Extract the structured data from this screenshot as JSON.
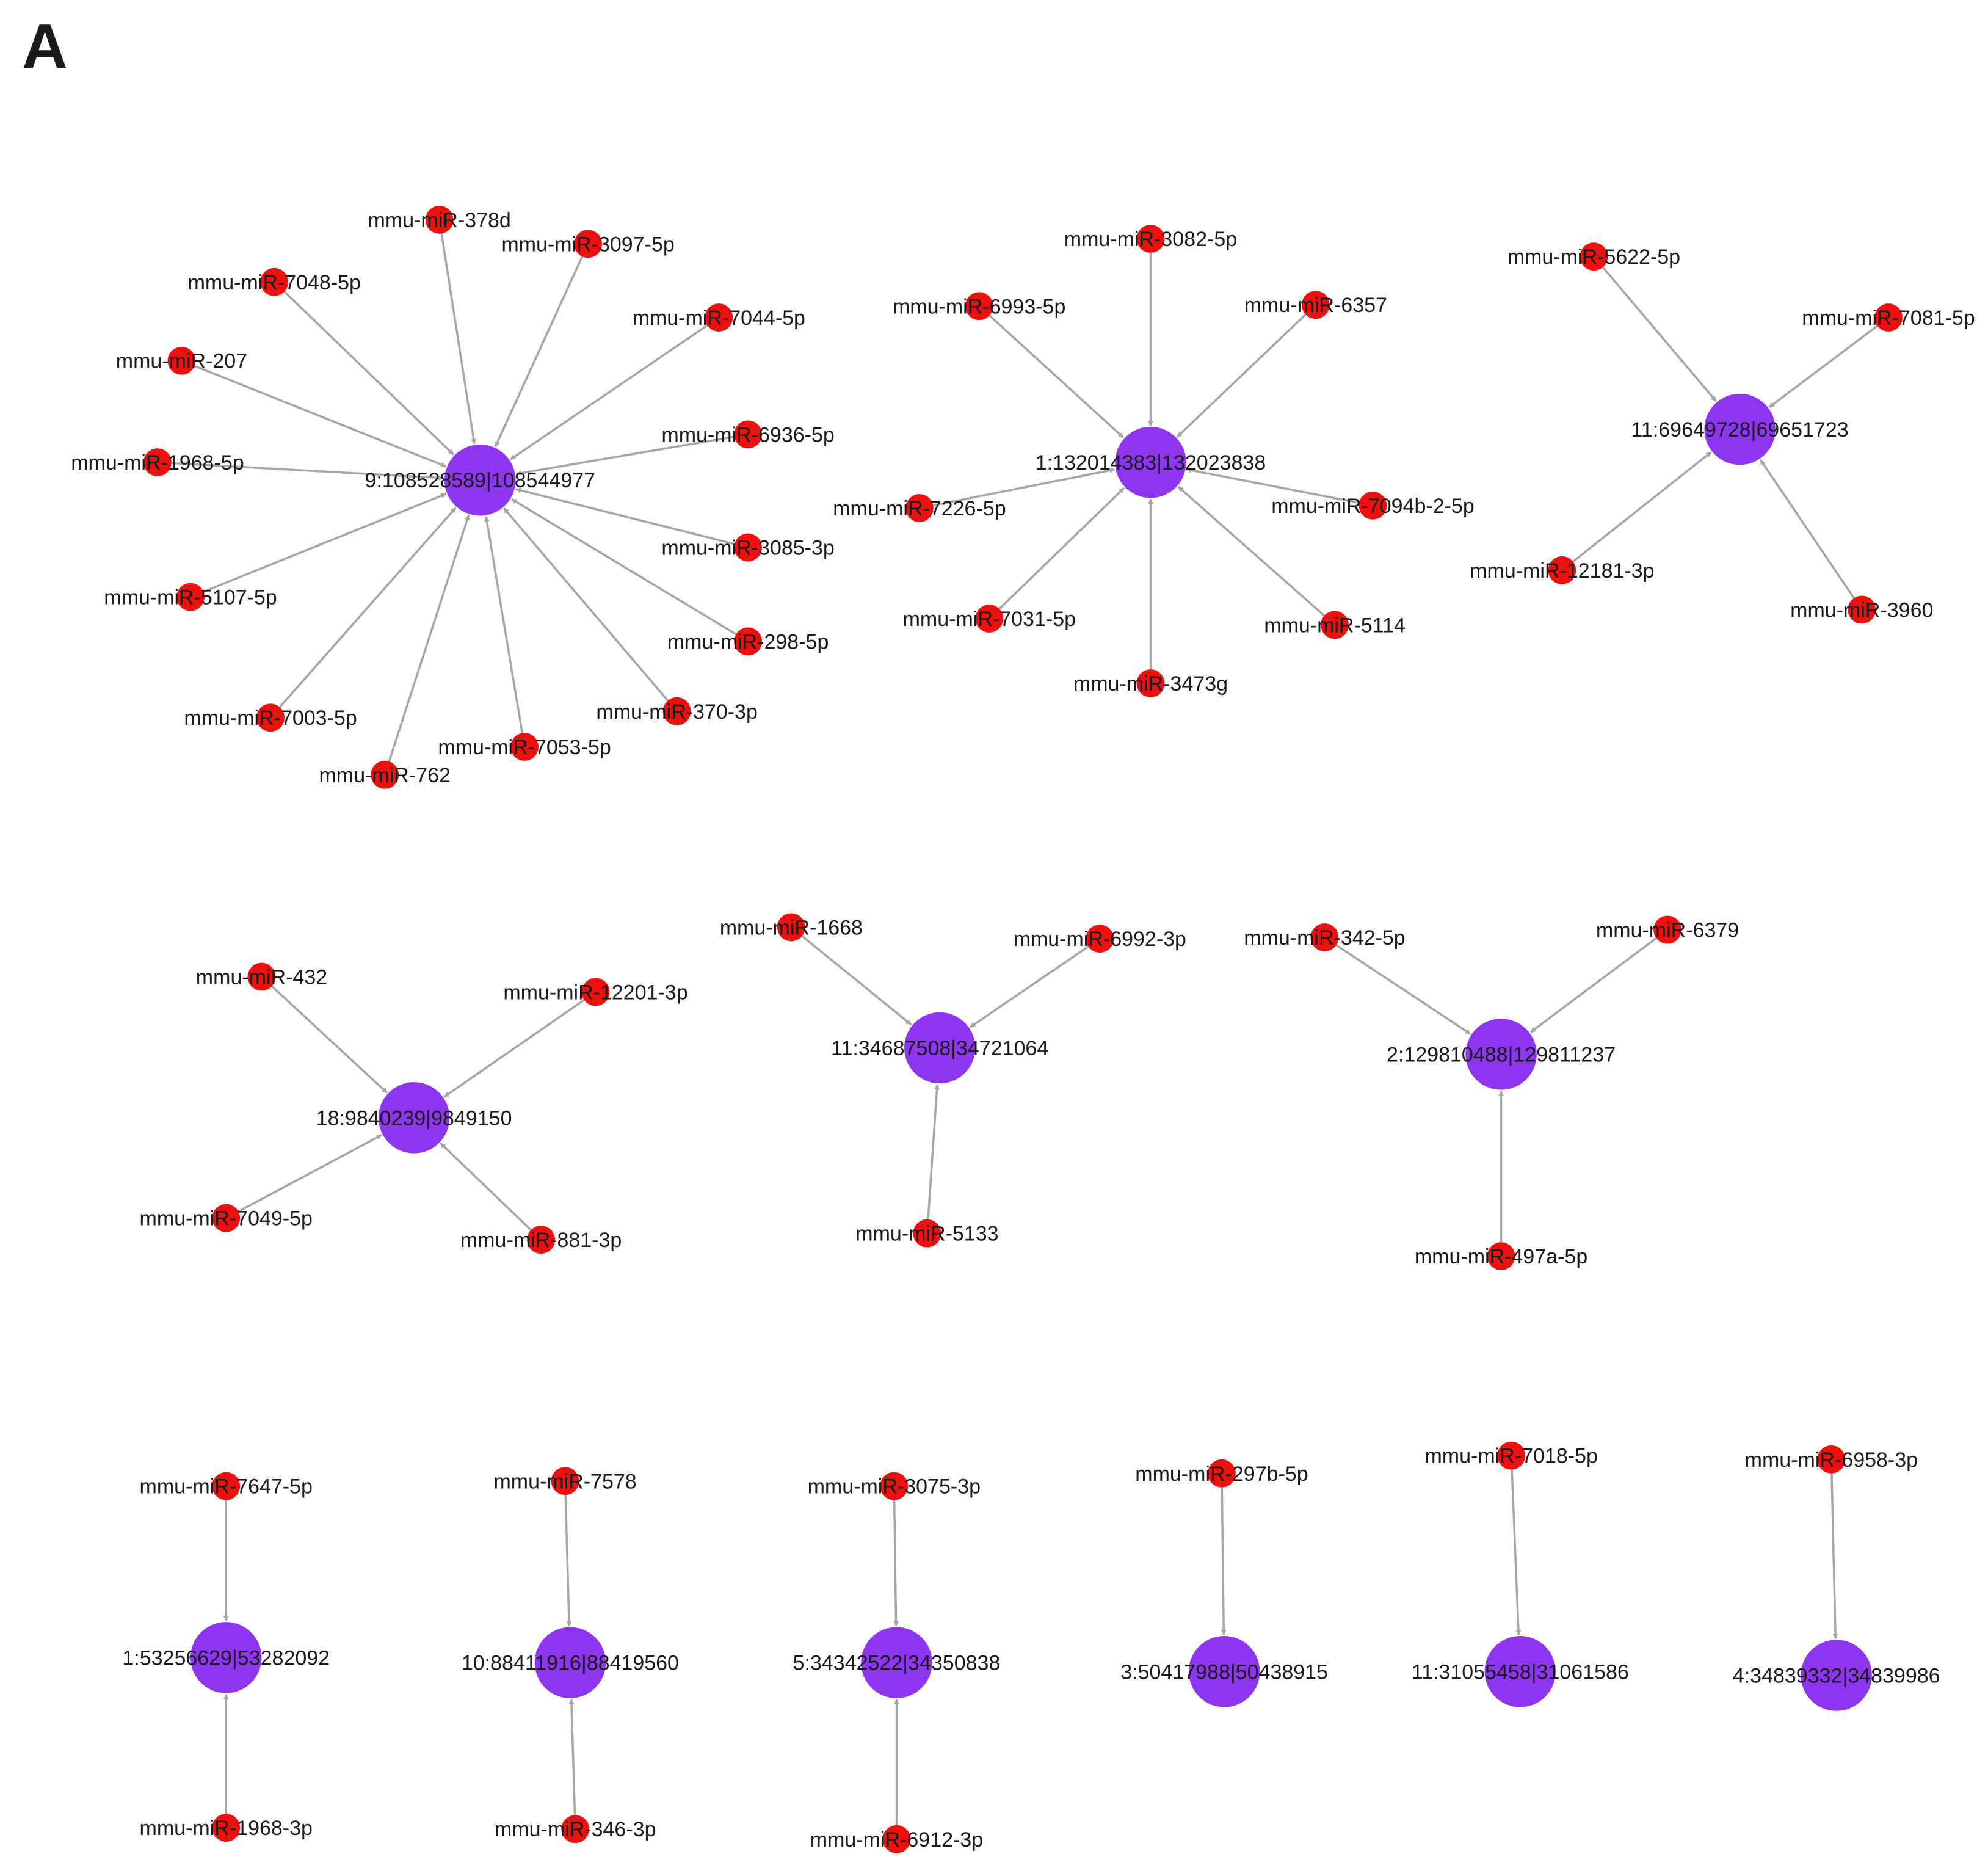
{
  "panel_label": "A",
  "colors": {
    "target": "#8e35f2",
    "mirna": "#ee0f0f",
    "edge": "#a6a6a6"
  },
  "networks": [
    {
      "target": "9:108528589|108544977",
      "mirnas": [
        "mmu-miR-378d",
        "mmu-miR-3097-5p",
        "mmu-miR-7044-5p",
        "mmu-miR-6936-5p",
        "mmu-miR-3085-3p",
        "mmu-miR-298-5p",
        "mmu-miR-370-3p",
        "mmu-miR-7053-5p",
        "mmu-miR-762",
        "mmu-miR-7003-5p",
        "mmu-miR-5107-5p",
        "mmu-miR-1968-5p",
        "mmu-miR-207",
        "mmu-miR-7048-5p"
      ]
    },
    {
      "target": "1:132014383|132023838",
      "mirnas": [
        "mmu-miR-3082-5p",
        "mmu-miR-6357",
        "mmu-miR-7094b-2-5p",
        "mmu-miR-5114",
        "mmu-miR-3473g",
        "mmu-miR-7031-5p",
        "mmu-miR-7226-5p",
        "mmu-miR-6993-5p"
      ]
    },
    {
      "target": "11:69649728|69651723",
      "mirnas": [
        "mmu-miR-5622-5p",
        "mmu-miR-7081-5p",
        "mmu-miR-3960",
        "mmu-miR-12181-3p"
      ]
    },
    {
      "target": "18:9840239|9849150",
      "mirnas": [
        "mmu-miR-432",
        "mmu-miR-12201-3p",
        "mmu-miR-881-3p",
        "mmu-miR-7049-5p"
      ]
    },
    {
      "target": "11:34687508|34721064",
      "mirnas": [
        "mmu-miR-1668",
        "mmu-miR-6992-3p",
        "mmu-miR-5133"
      ]
    },
    {
      "target": "2:129810488|129811237",
      "mirnas": [
        "mmu-miR-342-5p",
        "mmu-miR-6379",
        "mmu-miR-497a-5p"
      ]
    },
    {
      "target": "1:53256629|53282092",
      "mirnas": [
        "mmu-miR-7647-5p",
        "mmu-miR-1968-3p"
      ]
    },
    {
      "target": "10:88411916|88419560",
      "mirnas": [
        "mmu-miR-7578",
        "mmu-miR-346-3p"
      ]
    },
    {
      "target": "5:34342522|34350838",
      "mirnas": [
        "mmu-miR-3075-3p",
        "mmu-miR-6912-3p"
      ]
    },
    {
      "target": "3:50417988|50438915",
      "mirnas": [
        "mmu-miR-297b-5p"
      ]
    },
    {
      "target": "11:31055458|31061586",
      "mirnas": [
        "mmu-miR-7018-5p"
      ]
    },
    {
      "target": "4:34839332|34839986",
      "mirnas": [
        "mmu-miR-6958-3p"
      ]
    }
  ]
}
